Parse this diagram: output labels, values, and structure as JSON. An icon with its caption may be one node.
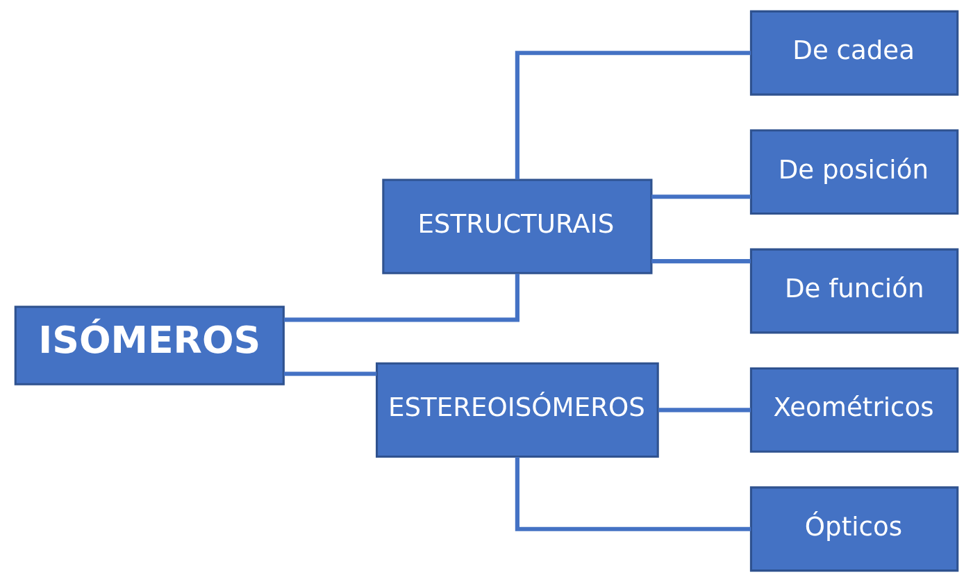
{
  "diagram": {
    "nodes": [
      {
        "text": [
          "ISÓMEROS"
        ]
      },
      {
        "text": [
          "ESTRUCTURAIS"
        ]
      },
      {
        "text": [
          "ESTEREOISÓMEROS"
        ]
      },
      {
        "text": [
          "De cadea"
        ]
      },
      {
        "text": [
          "De posición"
        ]
      },
      {
        "text": [
          "De función"
        ]
      },
      {
        "text": [
          "Xeométricos"
        ]
      },
      {
        "text": [
          "Ópticos"
        ]
      }
    ],
    "edges": [
      {
        "from": 0,
        "to": 1,
        "arrow": "none"
      },
      {
        "from": 0,
        "to": 2,
        "arrow": "none"
      },
      {
        "from": 1,
        "to": 3,
        "arrow": "none"
      },
      {
        "from": 1,
        "to": 4,
        "arrow": "none"
      },
      {
        "from": 1,
        "to": 5,
        "arrow": "none"
      },
      {
        "from": 2,
        "to": 6,
        "arrow": "none"
      },
      {
        "from": 2,
        "to": 7,
        "arrow": "none"
      }
    ]
  }
}
